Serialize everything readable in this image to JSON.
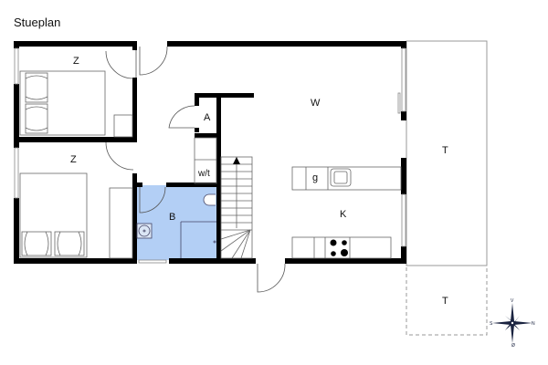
{
  "title": "Stueplan",
  "rooms": {
    "bedroom1": "Z",
    "bedroom2": "Z",
    "living": "W",
    "storage": "A",
    "wc": "w/t",
    "bathroom": "B",
    "kitchen": "K",
    "kitchen_appliance": "g",
    "terrace1": "T",
    "terrace2": "T"
  },
  "compass": {
    "north": "N",
    "south": "S",
    "west": "V",
    "east": "Ø"
  },
  "colors": {
    "wall": "#000000",
    "bathroom_fill": "#b3cff5",
    "line": "#555555",
    "compass": "#1a2340"
  }
}
